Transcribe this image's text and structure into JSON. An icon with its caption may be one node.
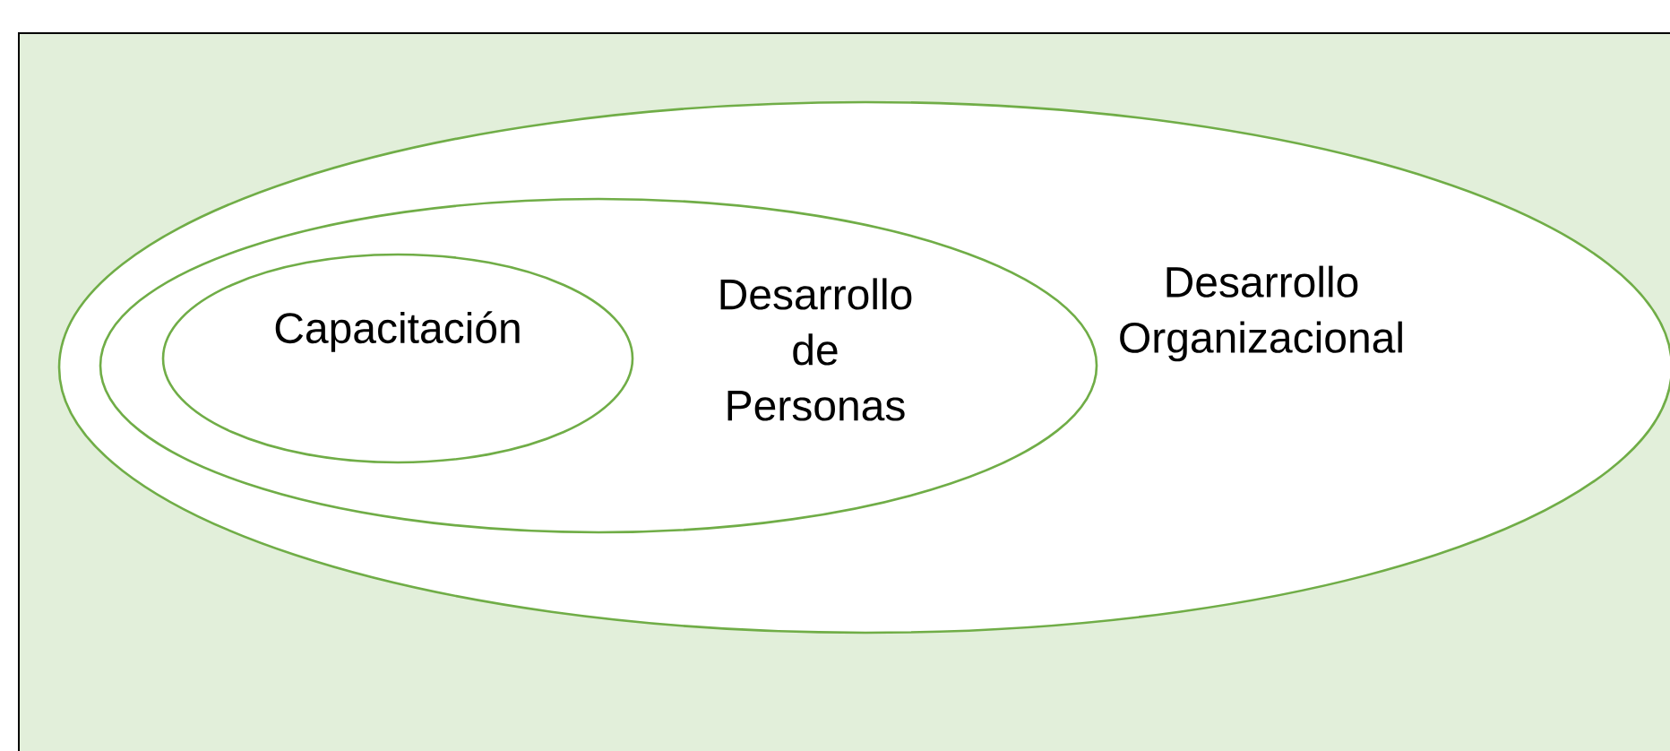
{
  "diagram": {
    "nodes": [
      {
        "text": [
          "Desarrollo Organizacional"
        ]
      },
      {
        "text": [
          "Desarrollo de Personas"
        ],
        "in": 0
      },
      {
        "text": [
          "Capacitación"
        ],
        "in": 1
      }
    ]
  }
}
